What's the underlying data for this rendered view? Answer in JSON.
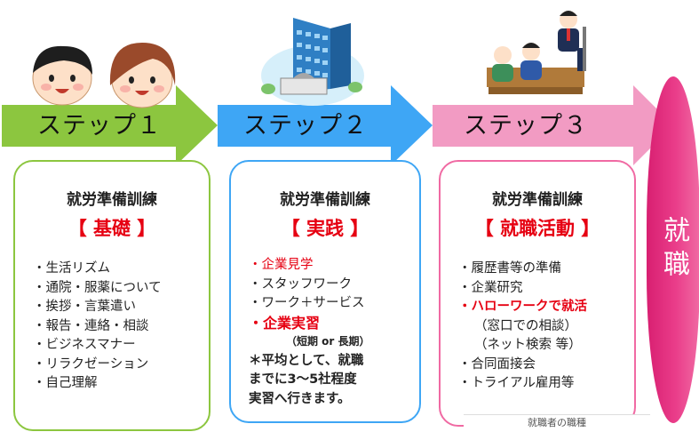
{
  "steps": [
    {
      "label": "ステップ１",
      "title": "就労準備訓練",
      "subtitle": "【 基礎 】",
      "items": [
        "・生活リズム",
        "・通院・服薬について",
        "・挨拶・言葉遣い",
        "・報告・連絡・相談",
        "・ビジネスマナー",
        "・リラクゼーション",
        "・自己理解"
      ]
    },
    {
      "label": "ステップ２",
      "title": "就労準備訓練",
      "subtitle": "【 実践 】",
      "items": [
        "・企業見学",
        "・スタッフワーク",
        "・ワーク＋サービス",
        "・企業実習",
        "（短期 or 長期）",
        "＊平均として、就職",
        "までに3～5社程度",
        "実習へ行きます。"
      ]
    },
    {
      "label": "ステップ３",
      "title": "就労準備訓練",
      "subtitle": "【 就職活動 】",
      "items": [
        "・履歴書等の準備",
        "・企業研究",
        "・ハローワークで就活",
        "（窓口での相談）",
        "（ネット検索 等）",
        "・合同面接会",
        "・トライアル雇用等"
      ]
    }
  ],
  "goal": "就職",
  "footer_caption": "就職者の職種",
  "colors": {
    "step1_arrow": "#8cc63f",
    "step2_arrow": "#3ea6f5",
    "step3_arrow": "#f29bc3",
    "goal": "#e3337f",
    "highlight": "#e60012"
  }
}
